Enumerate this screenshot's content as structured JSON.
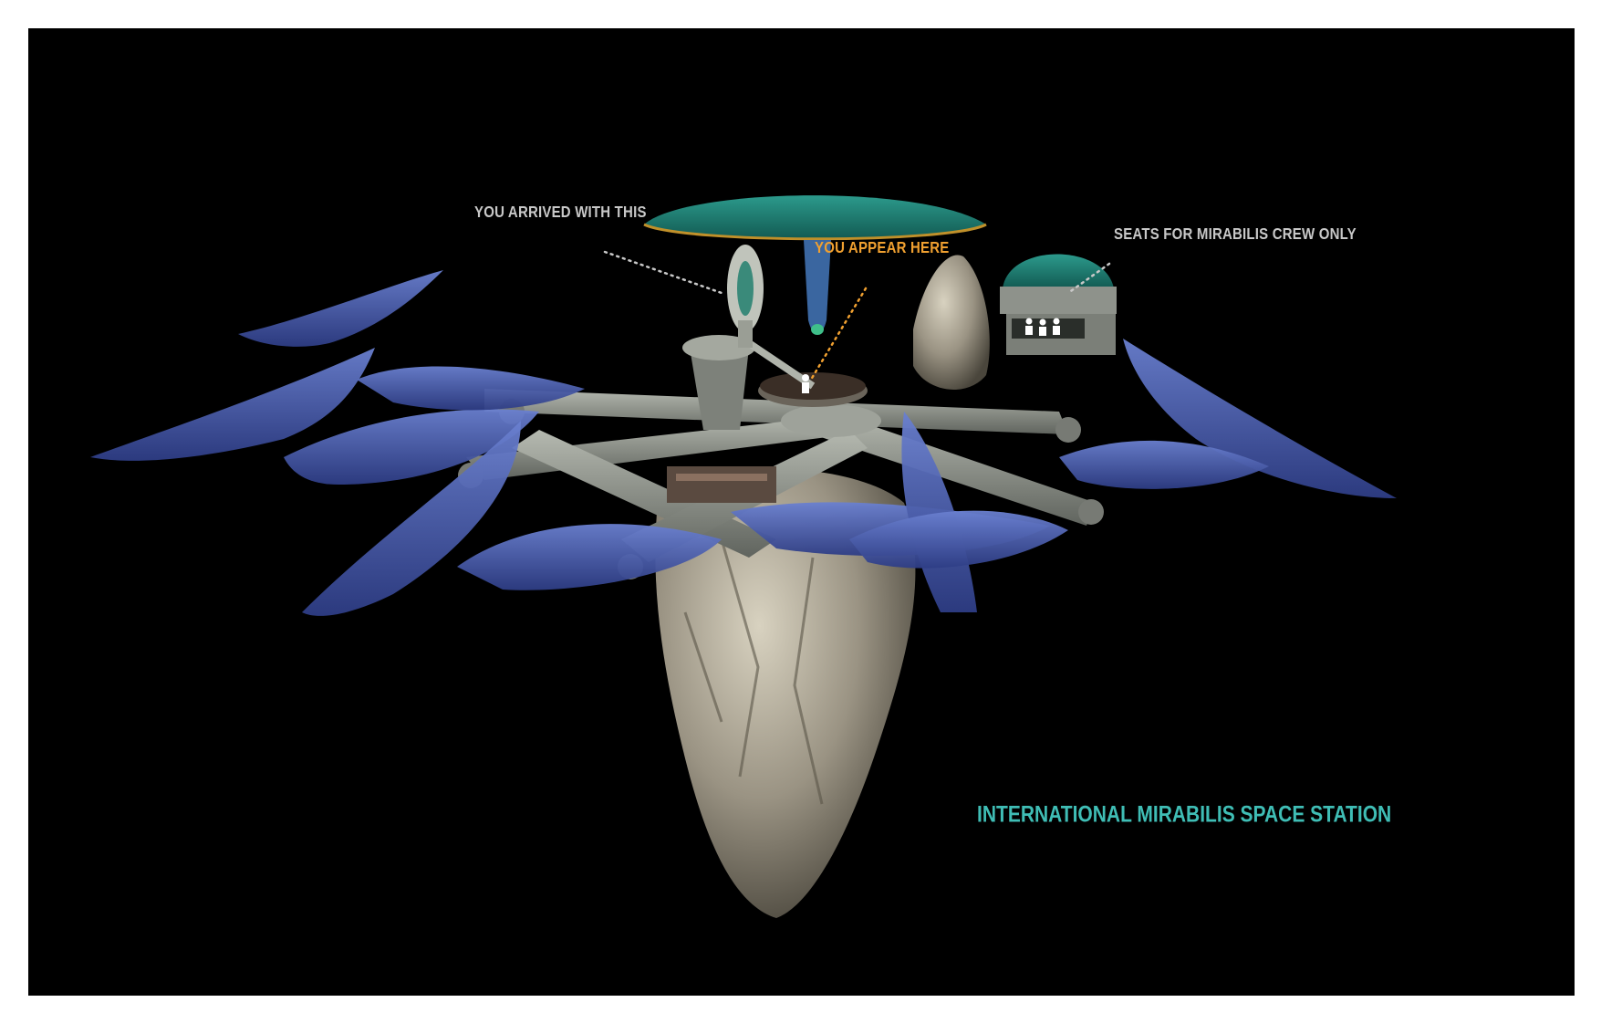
{
  "labels": {
    "arrived": "YOU ARRIVED WITH THIS",
    "appear": "YOU APPEAR HERE",
    "seats": "SEATS FOR MIRABILIS CREW ONLY"
  },
  "title": "INTERNATIONAL MIRABILIS SPACE STATION",
  "colors": {
    "background": "#000000",
    "label_gray": "#c8c8c8",
    "label_orange": "#f0a030",
    "title_teal": "#3fbdb5",
    "dome_teal": "#1e7d73",
    "creature_blue": "#4a5fb0",
    "rock": "#a9a292",
    "concrete": "#8f938c"
  }
}
